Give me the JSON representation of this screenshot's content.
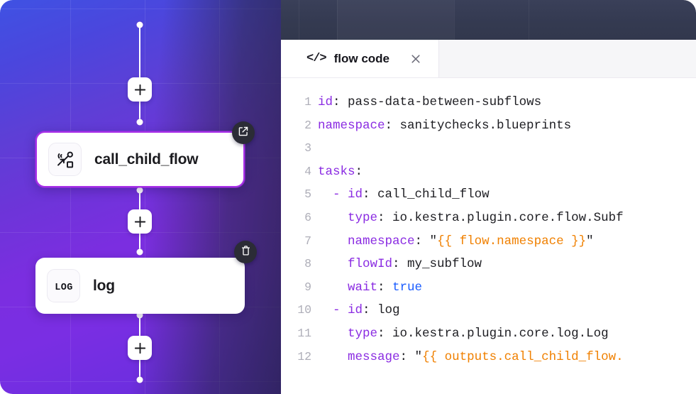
{
  "canvas": {
    "nodes": [
      {
        "id": "call_child_flow",
        "label": "call_child_flow",
        "icon": "subflow-icon",
        "action": "open-subflow-button",
        "action_icon": "external-link-icon",
        "selected": true
      },
      {
        "id": "log",
        "label": "log",
        "icon_text": "LOG",
        "icon": "log-icon",
        "action": "delete-task-button",
        "action_icon": "trash-icon",
        "selected": false
      }
    ],
    "add_buttons": [
      {
        "name": "add-task-button-top",
        "label": "+"
      },
      {
        "name": "add-task-button-middle",
        "label": "+"
      },
      {
        "name": "add-task-button-bottom",
        "label": "+"
      }
    ],
    "colors": {
      "gradient_start": "#3f52e3",
      "gradient_end": "#6429d6",
      "selected_border": "#a82fe8"
    }
  },
  "editor": {
    "tab": {
      "icon": "code-icon",
      "icon_text": "</>",
      "title": "flow code",
      "close_label": "×"
    },
    "syntax_colors": {
      "key": "#8a2be2",
      "expression": "#f08000",
      "boolean": "#1a5cff",
      "text": "#1d1d22",
      "line_number": "#aeaeb8"
    },
    "code_lines": [
      {
        "number": "1",
        "tokens": [
          {
            "t": "id",
            "c": "key"
          },
          {
            "t": ": ",
            "c": "punct"
          },
          {
            "t": "pass-data-between-subflows",
            "c": "plain"
          }
        ]
      },
      {
        "number": "2",
        "tokens": [
          {
            "t": "namespace",
            "c": "key"
          },
          {
            "t": ": ",
            "c": "punct"
          },
          {
            "t": "sanitychecks.blueprints",
            "c": "plain"
          }
        ]
      },
      {
        "number": "3",
        "tokens": []
      },
      {
        "number": "4",
        "tokens": [
          {
            "t": "tasks",
            "c": "key"
          },
          {
            "t": ":",
            "c": "punct"
          }
        ]
      },
      {
        "number": "5",
        "tokens": [
          {
            "t": "  - ",
            "c": "dash"
          },
          {
            "t": "id",
            "c": "key"
          },
          {
            "t": ": ",
            "c": "punct"
          },
          {
            "t": "call_child_flow",
            "c": "plain"
          }
        ]
      },
      {
        "number": "6",
        "tokens": [
          {
            "t": "    ",
            "c": "plain"
          },
          {
            "t": "type",
            "c": "key"
          },
          {
            "t": ": ",
            "c": "punct"
          },
          {
            "t": "io.kestra.plugin.core.flow.Subf",
            "c": "plain"
          }
        ]
      },
      {
        "number": "7",
        "tokens": [
          {
            "t": "    ",
            "c": "plain"
          },
          {
            "t": "namespace",
            "c": "key"
          },
          {
            "t": ": ",
            "c": "punct"
          },
          {
            "t": "\"",
            "c": "plain"
          },
          {
            "t": "{{ flow.namespace }}",
            "c": "expr"
          },
          {
            "t": "\"",
            "c": "plain"
          }
        ]
      },
      {
        "number": "8",
        "tokens": [
          {
            "t": "    ",
            "c": "plain"
          },
          {
            "t": "flowId",
            "c": "key"
          },
          {
            "t": ": ",
            "c": "punct"
          },
          {
            "t": "my_subflow",
            "c": "plain"
          }
        ]
      },
      {
        "number": "9",
        "tokens": [
          {
            "t": "    ",
            "c": "plain"
          },
          {
            "t": "wait",
            "c": "key"
          },
          {
            "t": ": ",
            "c": "punct"
          },
          {
            "t": "true",
            "c": "bool"
          }
        ]
      },
      {
        "number": "10",
        "tokens": [
          {
            "t": "  - ",
            "c": "dash"
          },
          {
            "t": "id",
            "c": "key"
          },
          {
            "t": ": ",
            "c": "punct"
          },
          {
            "t": "log",
            "c": "plain"
          }
        ]
      },
      {
        "number": "11",
        "tokens": [
          {
            "t": "    ",
            "c": "plain"
          },
          {
            "t": "type",
            "c": "key"
          },
          {
            "t": ": ",
            "c": "punct"
          },
          {
            "t": "io.kestra.plugin.core.log.Log",
            "c": "plain"
          }
        ]
      },
      {
        "number": "12",
        "tokens": [
          {
            "t": "    ",
            "c": "plain"
          },
          {
            "t": "message",
            "c": "key"
          },
          {
            "t": ": ",
            "c": "punct"
          },
          {
            "t": "\"",
            "c": "plain"
          },
          {
            "t": "{{ outputs.call_child_flow.",
            "c": "expr"
          }
        ]
      }
    ]
  }
}
